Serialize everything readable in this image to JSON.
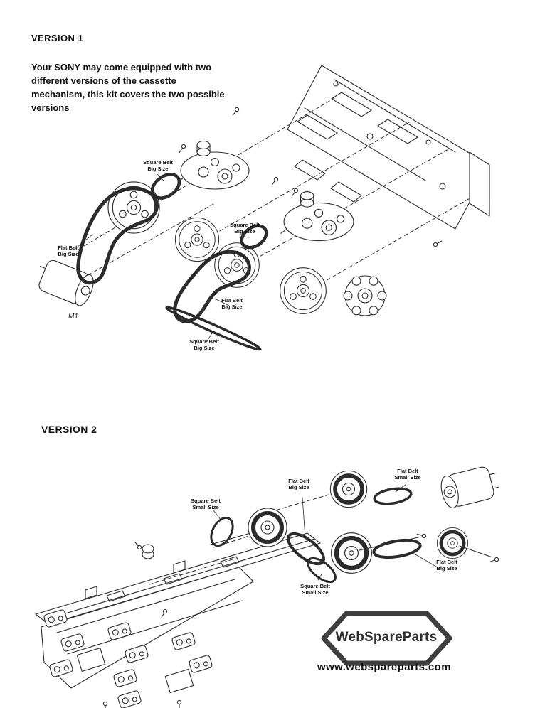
{
  "version1": {
    "heading": "VERSION 1",
    "description": "Your SONY may come equipped with two different versions of the cassette mechanism, this kit covers the two possible versions",
    "labels": [
      {
        "line1": "Square Belt",
        "line2": "Big Size"
      },
      {
        "line1": "Flat Belt",
        "line2": "Big Size"
      },
      {
        "line1": "Square Belt",
        "line2": "Big Size"
      },
      {
        "line1": "Flat Belt",
        "line2": "Big Size"
      },
      {
        "line1": "Square Belt",
        "line2": "Big Size"
      }
    ],
    "motor_label": "M1"
  },
  "version2": {
    "heading": "VERSION 2",
    "labels": [
      {
        "line1": "Square Belt",
        "line2": "Small Size"
      },
      {
        "line1": "Flat Belt",
        "line2": "Big Size"
      },
      {
        "line1": "Flat Belt",
        "line2": "Small Size"
      },
      {
        "line1": "Flat Belt",
        "line2": "Big Size"
      },
      {
        "line1": "Square Belt",
        "line2": "Small Size"
      }
    ]
  },
  "branding": {
    "logo": "WebSpareParts",
    "website": "www.webspareparts.com"
  },
  "colors": {
    "ink": "#111111",
    "line": "#2b2b2b",
    "logo_border": "#3f3f3f"
  }
}
